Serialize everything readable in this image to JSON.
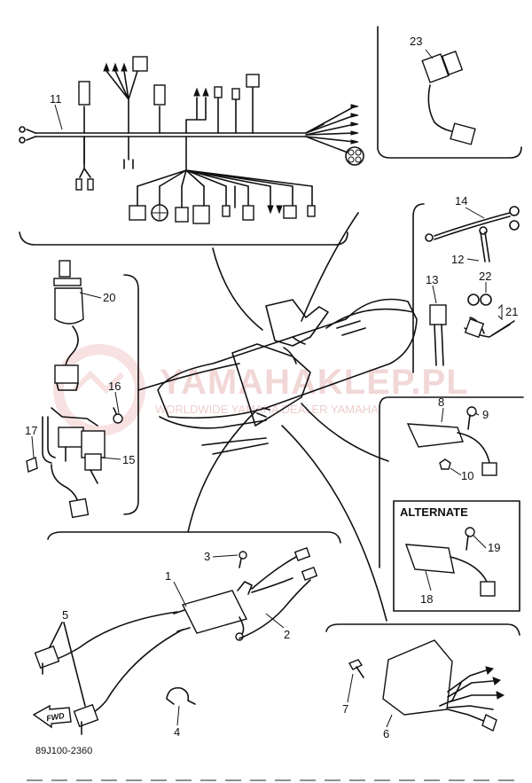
{
  "diagram": {
    "callouts": [
      {
        "id": "c1",
        "text": "1"
      },
      {
        "id": "c2",
        "text": "2"
      },
      {
        "id": "c3",
        "text": "3"
      },
      {
        "id": "c4",
        "text": "4"
      },
      {
        "id": "c5",
        "text": "5"
      },
      {
        "id": "c6",
        "text": "6"
      },
      {
        "id": "c7",
        "text": "7"
      },
      {
        "id": "c8",
        "text": "8"
      },
      {
        "id": "c9",
        "text": "9"
      },
      {
        "id": "c10",
        "text": "10"
      },
      {
        "id": "c11",
        "text": "11"
      },
      {
        "id": "c12",
        "text": "12"
      },
      {
        "id": "c13",
        "text": "13"
      },
      {
        "id": "c14",
        "text": "14"
      },
      {
        "id": "c15",
        "text": "15"
      },
      {
        "id": "c16",
        "text": "16"
      },
      {
        "id": "c17",
        "text": "17"
      },
      {
        "id": "c18",
        "text": "18"
      },
      {
        "id": "c19",
        "text": "19"
      },
      {
        "id": "c20",
        "text": "20"
      },
      {
        "id": "c21",
        "text": "21"
      },
      {
        "id": "c22",
        "text": "22"
      },
      {
        "id": "c23",
        "text": "23"
      }
    ],
    "alternate_label": "ALTERNATE",
    "fwd_label": "FWD",
    "drawing_code": "89J100-2360",
    "watermark": "YAMAHAKLEP.PL",
    "watermark_sub": "WORLDWIDE YAMAHA DEALER YAMAHA"
  }
}
